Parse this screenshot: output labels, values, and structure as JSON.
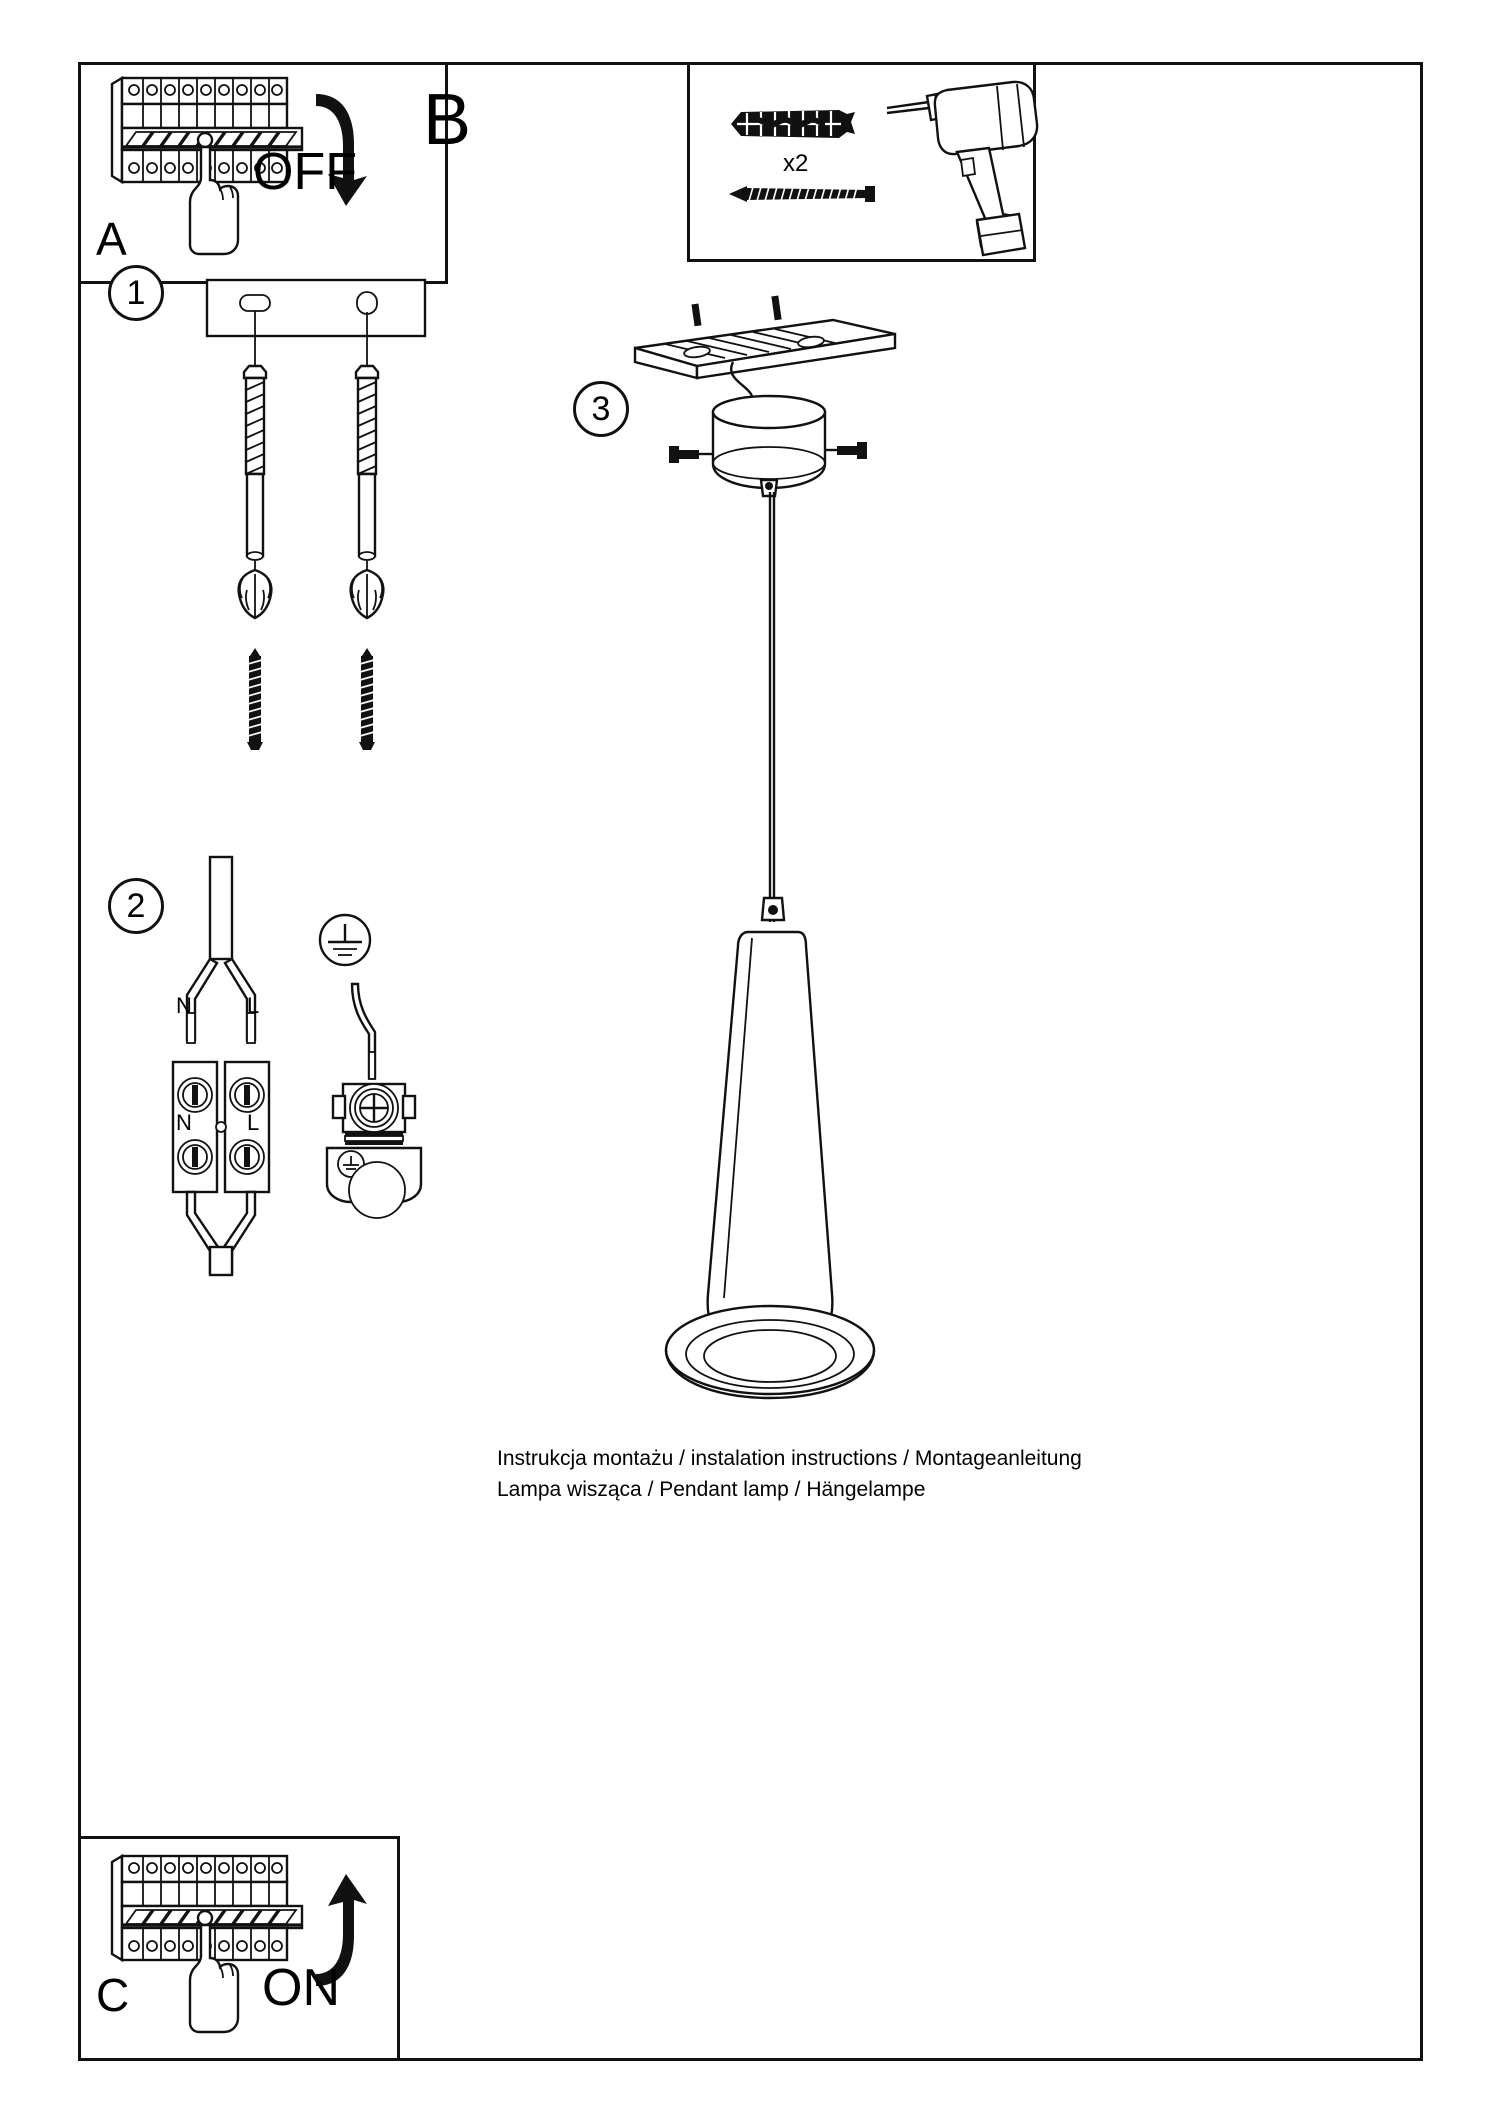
{
  "document": {
    "type": "assembly-instruction-sheet",
    "product": "Pendant lamp",
    "page_size": "1500x2123"
  },
  "panels": {
    "a": {
      "letter": "A",
      "action_label": "OFF",
      "icon": "circuit-breaker-panel-icon",
      "hand_icon": "pointing-hand-icon",
      "arrow_icon": "curved-arrow-down-icon",
      "description": "Switch off the mains circuit breaker"
    },
    "b": {
      "letter": "B",
      "hardware": {
        "anchor_icon": "wall-plug-anchor-icon",
        "anchor_quantity": "x2",
        "screw_icon": "wood-screw-icon",
        "drill_icon": "power-drill-icon"
      },
      "description": "Drill holes and insert wall plugs"
    },
    "c": {
      "letter": "C",
      "action_label": "ON",
      "icon": "circuit-breaker-panel-icon",
      "hand_icon": "pointing-hand-icon",
      "arrow_icon": "curved-arrow-up-icon",
      "description": "Switch the mains circuit breaker back on"
    }
  },
  "steps": [
    {
      "number": "1",
      "name": "mount-ceiling-bracket",
      "icons": [
        "ceiling-bracket-plate-icon",
        "wall-plug-anchor-icon",
        "wood-screw-icon"
      ]
    },
    {
      "number": "2",
      "name": "connect-wiring",
      "terminal_labels": {
        "neutral_top": "N",
        "live_top": "L",
        "neutral_bottom": "N",
        "live_bottom": "L"
      },
      "icons": [
        "terminal-block-icon",
        "earth-ground-symbol-icon",
        "ground-terminal-lug-icon",
        "cable-icon"
      ]
    },
    {
      "number": "3",
      "name": "attach-canopy-and-lamp",
      "icons": [
        "ceiling-bracket-plate-icon",
        "canopy-cover-icon",
        "set-screw-icon",
        "suspension-cable-icon",
        "cone-lampshade-icon"
      ]
    }
  ],
  "caption": {
    "line1": "Instrukcja montażu / instalation instructions / Montageanleitung",
    "line2": "Lampa wisząca / Pendant lamp / Hängelampe"
  },
  "colors": {
    "line": "#111111",
    "background": "#ffffff"
  }
}
